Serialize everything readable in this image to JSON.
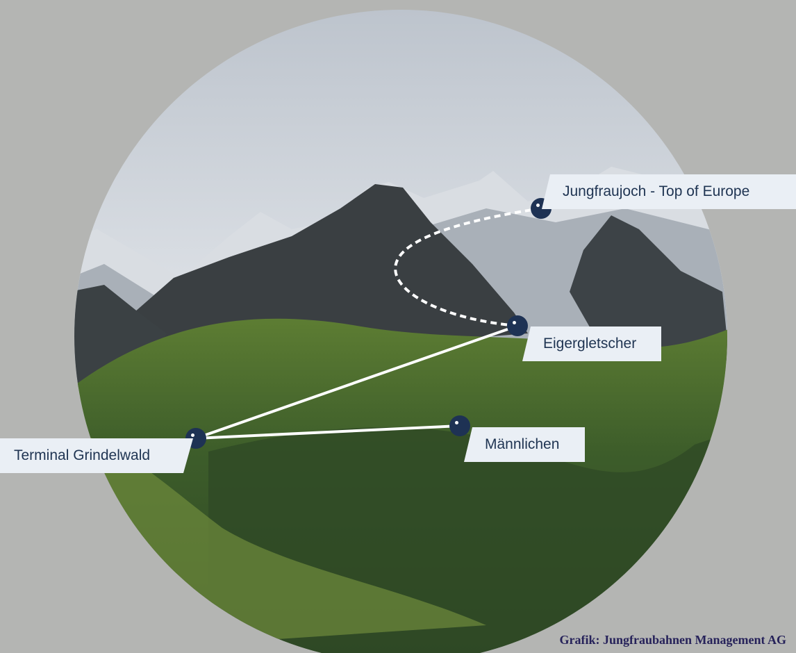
{
  "stations": [
    {
      "name": "Jungfraujoch - Top of Europe"
    },
    {
      "name": "Eigergletscher"
    },
    {
      "name": "Männlichen"
    },
    {
      "name": "Terminal Grindelwald"
    }
  ],
  "credit": "Grafik: Jungfraubahnen Management AG",
  "colors": {
    "marker": "#1e3254",
    "label_bg": "#eaeff5",
    "label_text": "#1f3452",
    "background": "#b4b5b3"
  }
}
